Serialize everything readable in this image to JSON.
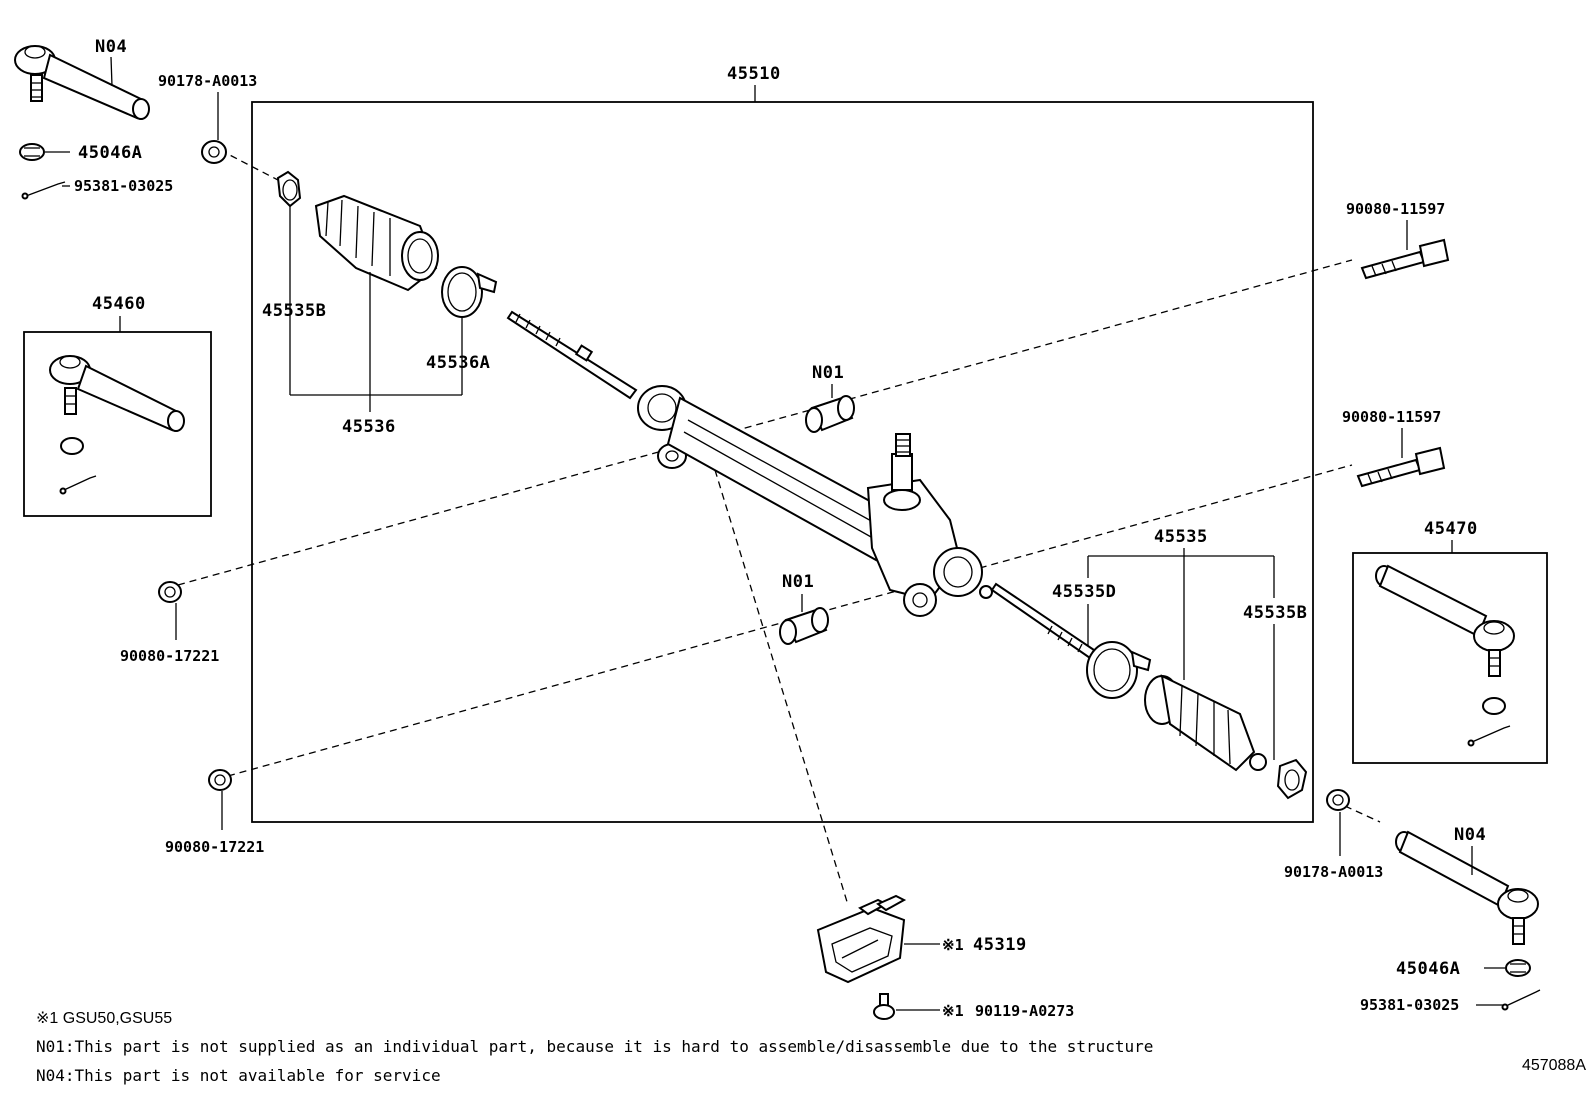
{
  "diagram": {
    "labels": {
      "assembly": "45510",
      "tie_rod_end_left_top": "N04",
      "bushing_top_left": "90178-A0013",
      "nut_top_left": "45046A",
      "cotter_pin_top_left": "95381-03025",
      "tie_rod_end_lh_set": "45460",
      "clamp_left": "45535B",
      "boot_clamp_left": "45536A",
      "boot_left": "45536",
      "grommet_upper": "N01",
      "grommet_lower": "N01",
      "nut_left_upper": "90080-17221",
      "nut_left_lower": "90080-17221",
      "bolt_upper_right": "90080-11597",
      "bolt_lower_right": "90080-11597",
      "boot_right": "45535",
      "clamp_right_inner": "45535D",
      "clamp_right_outer": "45535B",
      "tie_rod_end_rh_set": "45470",
      "bushing_bottom_right": "90178-A0013",
      "tie_rod_end_right_bottom": "N04",
      "nut_bottom_right": "45046A",
      "cotter_pin_bottom_right": "95381-03025",
      "protector_mark": "※1",
      "protector": "45319",
      "bolt_protector_mark": "※1",
      "bolt_protector": "90119-A0273"
    },
    "notes": {
      "model_note": "※1 GSU50,GSU55",
      "n01_note": "N01:This part is not supplied as an individual part, because it is hard to assemble/disassemble due to the structure",
      "n04_note": "N04:This part is not available for service"
    },
    "figure_code": "457088A"
  }
}
